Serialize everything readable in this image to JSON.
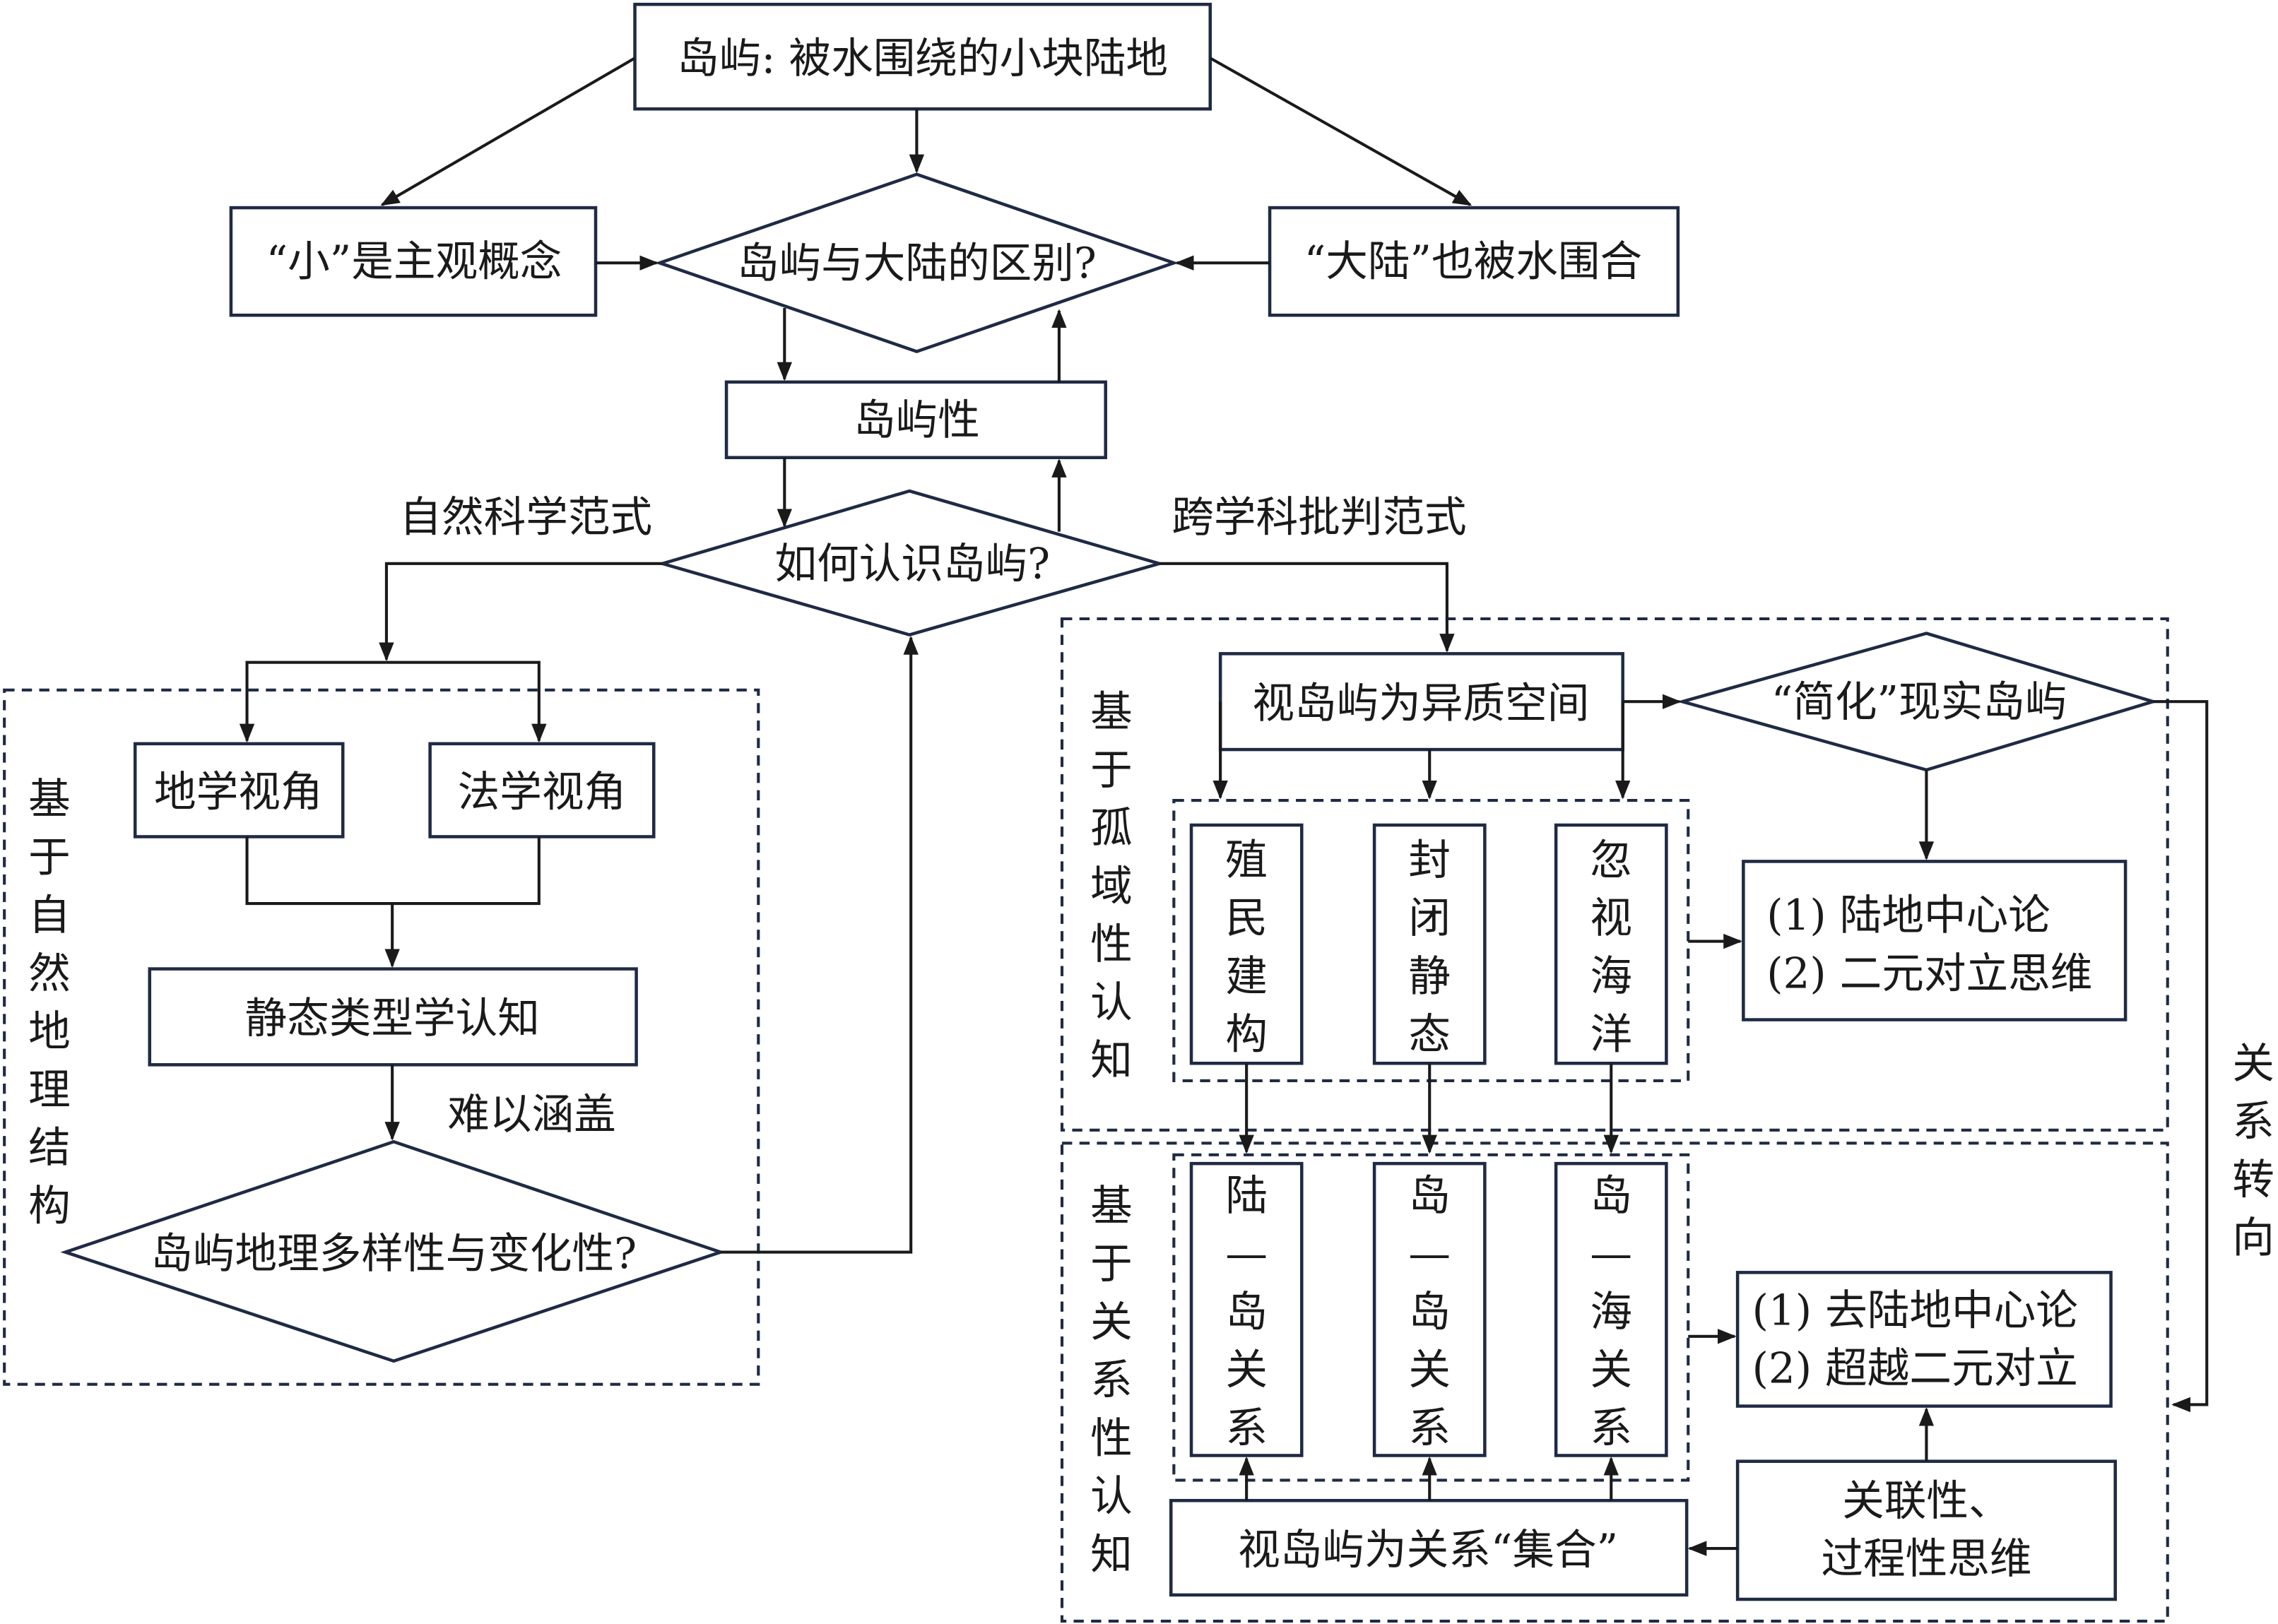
{
  "top": {
    "label": "岛屿: 被水围绕的小块陆地"
  },
  "small_subjective": {
    "label": "“小”是主观概念"
  },
  "difference_question": {
    "label": "岛屿与大陆的区别?"
  },
  "mainland_water": {
    "label": "“大陆”也被水围合"
  },
  "islandness": {
    "label": "岛屿性"
  },
  "how_to_know": {
    "label": "如何认识岛屿?"
  },
  "paradigms": {
    "natural_science": "自然科学范式",
    "interdisciplinary_critical": "跨学科批判范式"
  },
  "natural_structure": {
    "group_label": [
      "基",
      "于",
      "自",
      "然",
      "地",
      "理",
      "结",
      "构"
    ],
    "geo_view": "地学视角",
    "law_view": "法学视角",
    "static_typology": "静态类型学认知",
    "hard_to_cover": "难以涵盖",
    "diversity_question": "岛屿地理多样性与变化性?"
  },
  "isolation": {
    "group_label": [
      "基",
      "于",
      "孤",
      "域",
      "性",
      "认",
      "知"
    ],
    "heterogeneous_space": "视岛屿为异质空间",
    "simplify": "“简化”现实岛屿",
    "columns": [
      [
        "殖",
        "民",
        "建",
        "构"
      ],
      [
        "封",
        "闭",
        "静",
        "态"
      ],
      [
        "忽",
        "视",
        "海",
        "洋"
      ]
    ],
    "results": [
      "(1) 陆地中心论",
      "(2) 二元对立思维"
    ]
  },
  "relational_turn": [
    "关",
    "系",
    "转",
    "向"
  ],
  "relational": {
    "group_label": [
      "基",
      "于",
      "关",
      "系",
      "性",
      "认",
      "知"
    ],
    "columns": [
      [
        "陆",
        "—",
        "岛",
        "关",
        "系"
      ],
      [
        "岛",
        "—",
        "岛",
        "关",
        "系"
      ],
      [
        "岛",
        "—",
        "海",
        "关",
        "系"
      ]
    ],
    "results": [
      "(1) 去陆地中心论",
      "(2) 超越二元对立"
    ],
    "relational_thinking": [
      "关联性、",
      "过程性思维"
    ],
    "relations_set": "视岛屿为关系“集合”"
  }
}
